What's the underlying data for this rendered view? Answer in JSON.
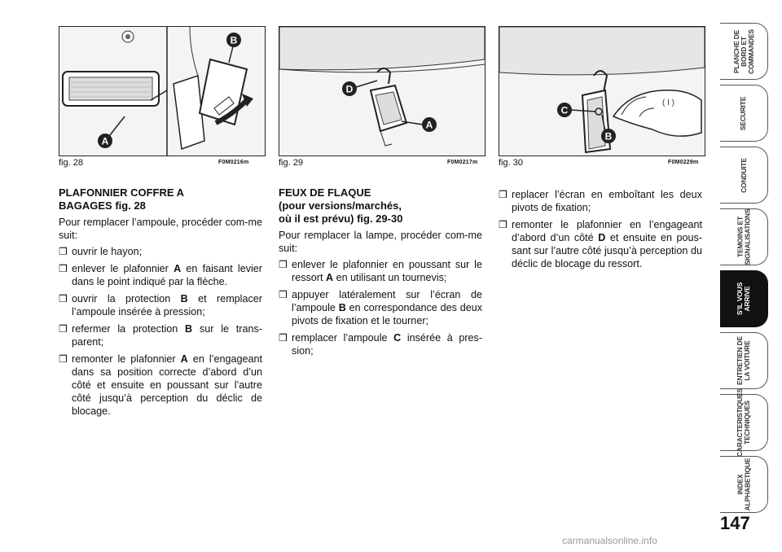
{
  "figures": [
    {
      "caption": "fig. 28",
      "code": "F0M0216m",
      "labels": [
        "A",
        "B"
      ]
    },
    {
      "caption": "fig. 29",
      "code": "F0M0217m",
      "labels": [
        "D",
        "A"
      ]
    },
    {
      "caption": "fig. 30",
      "code": "F0M0229m",
      "labels": [
        "C",
        "B"
      ]
    }
  ],
  "col1": {
    "heading_line1": "PLAFONNIER COFFRE A",
    "heading_line2": "BAGAGES fig. 28",
    "intro": "Pour remplacer l’ampoule, procéder com-me suit:",
    "items": [
      "ouvrir le hayon;",
      "enlever le plafonnier A en faisant levier dans le point indiqué par la flèche.",
      "ouvrir la protection B et remplacer l’ampoule insérée à pression;",
      "refermer la protection B sur le trans-parent;",
      "remonter le plafonnier A en l’engageant dans sa position correcte d’abord d’un côté et ensuite en poussant sur l’autre côté jusqu’à perception du déclic de blocage."
    ]
  },
  "col2": {
    "heading_line1": "FEUX DE FLAQUE",
    "heading_line2": "(pour versions/marchés,",
    "heading_line3": "où il est prévu) fig. 29-30",
    "intro": "Pour remplacer la lampe, procéder com-me suit:",
    "items": [
      "enlever le plafonnier en poussant sur le ressort A en utilisant un tournevis;",
      "appuyer latéralement sur l’écran de l’ampoule B en correspondance des deux pivots de fixation et le tourner;",
      "remplacer l’ampoule C insérée à pres-sion;"
    ]
  },
  "col3": {
    "items": [
      "replacer l’écran en emboîtant les deux pivots de fixation;",
      "remonter le plafonnier en l’engageant d’abord d’un côté D et ensuite en pous-sant sur l’autre côté jusqu’à perception du déclic de blocage du ressort."
    ]
  },
  "checkbox_glyph": "❒",
  "tabs": [
    {
      "label": "PLANCHE DE\nBORD ET\nCOMMANDES",
      "active": false
    },
    {
      "label": "SECURITE",
      "active": false
    },
    {
      "label": "CONDUITE",
      "active": false
    },
    {
      "label": "TEMOINS ET\nSIGNALISATIONS",
      "active": false
    },
    {
      "label": "S’IL VOUS\nARRIVE",
      "active": true
    },
    {
      "label": "ENTRETIEN DE\nLA VOITURE",
      "active": false
    },
    {
      "label": "CARACTERISTIQUES\nTECHNIQUES",
      "active": false
    },
    {
      "label": "INDEX\nALPHABETIQUE",
      "active": false
    }
  ],
  "page_number": "147",
  "watermark": "carmanualsonline.info"
}
